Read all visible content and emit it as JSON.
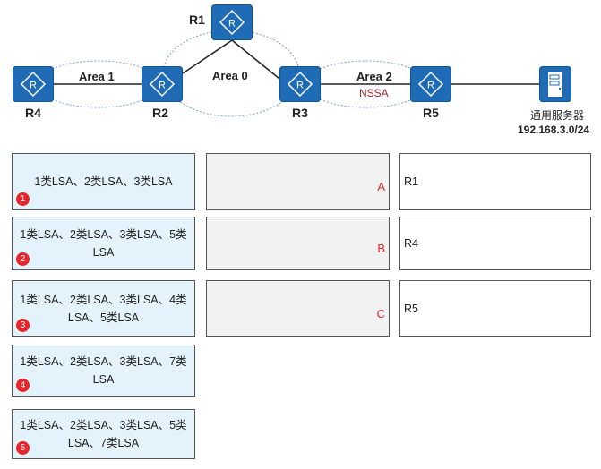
{
  "topology": {
    "routers": [
      "R1",
      "R2",
      "R3",
      "R4",
      "R5"
    ],
    "areas": [
      "Area 0",
      "Area 1",
      "Area 2"
    ],
    "nssa_label": "NSSA",
    "server_label": "通用服务器",
    "server_subnet": "192.168.3.0/24",
    "nssa_color": "#a0262a",
    "router_color": "#1f6bb5"
  },
  "options": [
    {
      "num": "1",
      "text": "1类LSA、2类LSA、3类LSA"
    },
    {
      "num": "2",
      "text": "1类LSA、2类LSA、3类LSA、5类LSA"
    },
    {
      "num": "3",
      "text": "1类LSA、2类LSA、3类LSA、4类LSA、5类LSA"
    },
    {
      "num": "4",
      "text": "1类LSA、2类LSA、3类LSA、7类LSA"
    },
    {
      "num": "5",
      "text": "1类LSA、2类LSA、3类LSA、5类LSA、7类LSA"
    }
  ],
  "slots": [
    "A",
    "B",
    "C"
  ],
  "targets": [
    "R1",
    "R4",
    "R5"
  ]
}
